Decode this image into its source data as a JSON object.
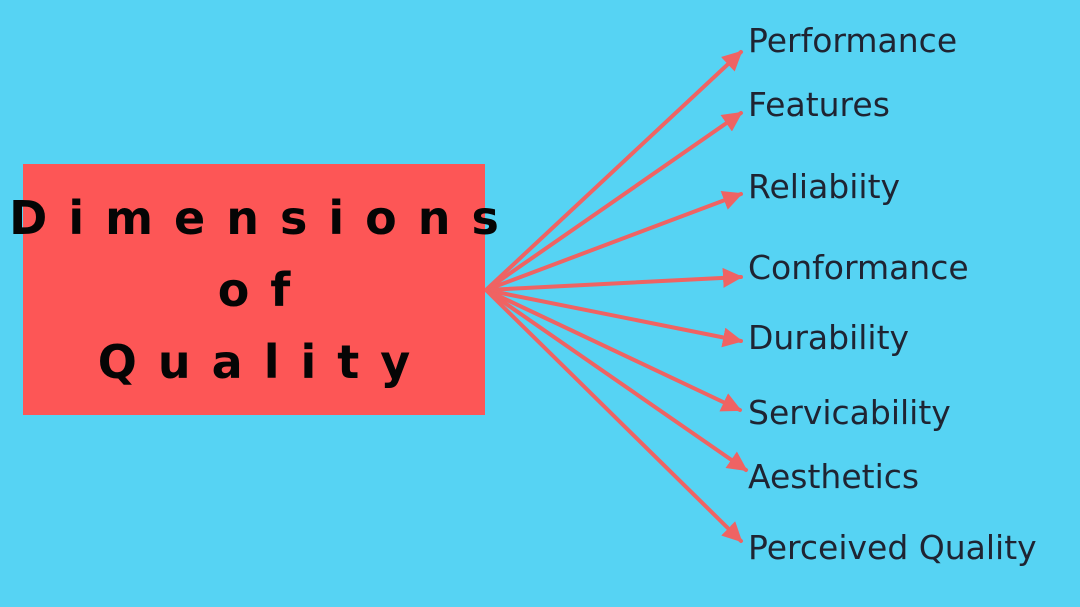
{
  "colors": {
    "background": "#56d3f3",
    "box_fill": "#fd5656",
    "arrow": "#ef6363",
    "title_text": "#050505",
    "label_text": "#1f2432"
  },
  "diagram": {
    "type": "one-to-many arrow diagram",
    "title_lines": [
      "Dimensions",
      "of",
      "Quality"
    ],
    "dimensions": [
      "Performance",
      "Features",
      "Reliabiity",
      "Conformance",
      "Durability",
      "Servicability",
      "Aesthetics",
      "Perceived Quality"
    ]
  }
}
